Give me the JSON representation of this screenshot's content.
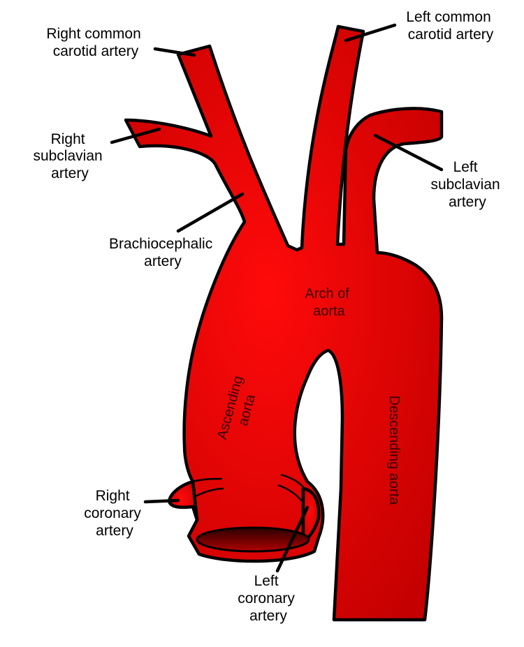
{
  "colors": {
    "vessel_light": "#ff0a0a",
    "vessel_dark": "#c40000",
    "outline": "#000000",
    "hatch": "#d9361c",
    "opening_dark": "#2a0000"
  },
  "labels": {
    "right_common_carotid": [
      "Right common",
      "carotid artery"
    ],
    "left_common_carotid": [
      "Left common",
      "carotid artery"
    ],
    "right_subclavian": [
      "Right",
      "subclavian",
      "artery"
    ],
    "left_subclavian": [
      "Left",
      "subclavian",
      "artery"
    ],
    "brachiocephalic": [
      "Brachiocephalic",
      "artery"
    ],
    "arch": [
      "Arch of",
      "aorta"
    ],
    "ascending": [
      "Ascending",
      "aorta"
    ],
    "descending": "Descending aorta",
    "right_coronary": [
      "Right",
      "coronary",
      "artery"
    ],
    "left_coronary": [
      "Left",
      "coronary",
      "artery"
    ]
  }
}
